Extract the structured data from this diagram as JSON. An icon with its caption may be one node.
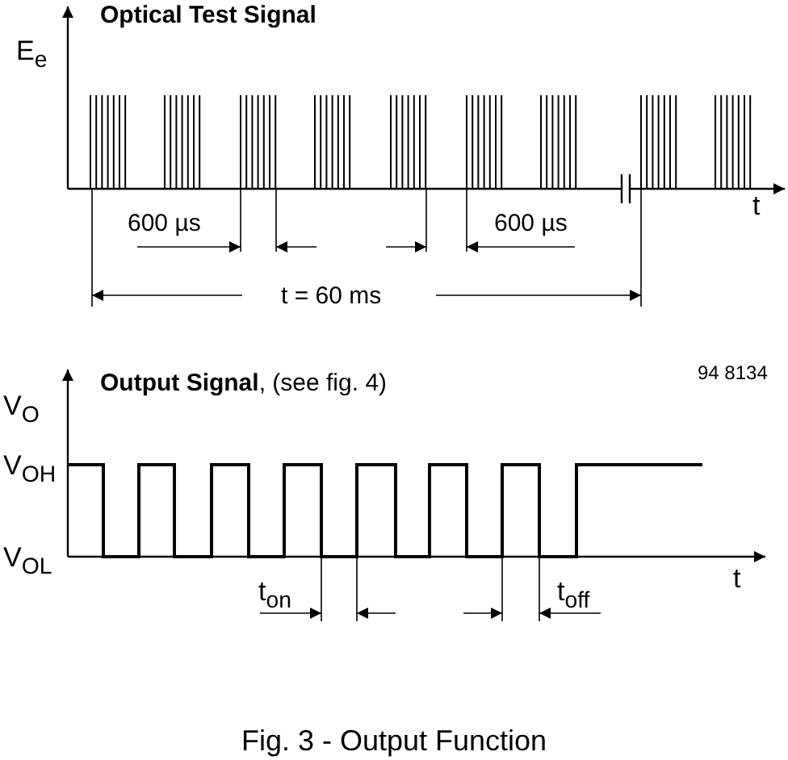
{
  "diagram": {
    "caption": "Fig. 3 - Output Function",
    "labels": [
      "Optical Test Signal",
      "E$_{e}$",
      "t",
      "600 µs",
      "600 µs",
      "t = 60 ms",
      "94 8134",
      "**Output Signal**, (see fig. 4)",
      "V$_{O}$",
      "V$_{OH}$",
      "V$_{OL}$",
      "t",
      "t$_{on}$",
      "t$_{off}$"
    ]
  }
}
